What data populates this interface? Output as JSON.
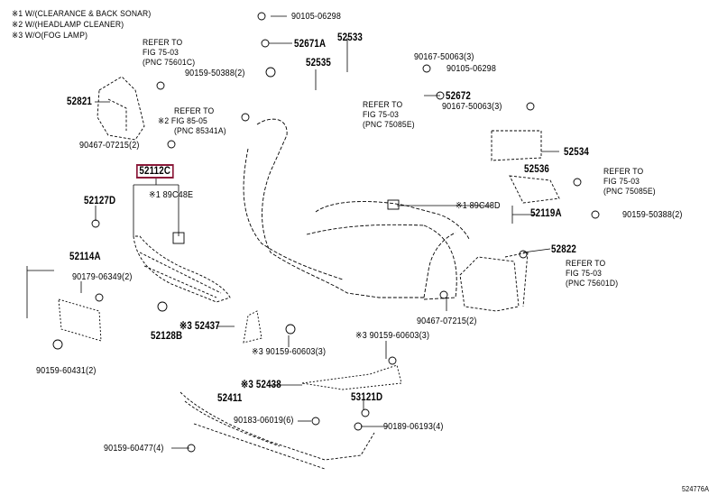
{
  "notes": [
    "※1 W/(CLEARANCE & BACK SONAR)",
    "※2 W/(HEADLAMP CLEANER)",
    "※3 W/O(FOG LAMP)"
  ],
  "highlight_color": "#8b1a3a",
  "diagram_code": "524776A",
  "labels": {
    "p52821": "52821",
    "p90467a": "90467-07215(2)",
    "ref1": [
      "REFER TO",
      "FIG 75-03",
      "(PNC 75601C)"
    ],
    "p90105a": "90105-06298",
    "p52671A": "52671A",
    "p90159a": "90159-50388(2)",
    "p52535": "52535",
    "p52533": "52533",
    "p90167a": "90167-50063(3)",
    "p90105b": "90105-06298",
    "p52672": "52672",
    "p90167b": "90167-50063(3)",
    "ref2": [
      "REFER TO",
      "FIG 75-03",
      "(PNC 75085E)"
    ],
    "ref3": [
      "REFER TO",
      "※2 FIG 85-05",
      "(PNC 85341A)"
    ],
    "p52534": "52534",
    "p52536": "52536",
    "ref4": [
      "REFER TO",
      "FIG 75-03",
      "(PNC 75085E)"
    ],
    "p90159b": "90159-50388(2)",
    "p52112C": "52112C",
    "p89C48E": "※1 89C48E",
    "p52127D": "52127D",
    "p89C48D": "※1 89C48D",
    "p52119A": "52119A",
    "p52114A": "52114A",
    "p90179": "90179-06349(2)",
    "p52822": "52822",
    "ref5": [
      "REFER TO",
      "FIG 75-03",
      "(PNC 75601D)"
    ],
    "p90467b": "90467-07215(2)",
    "p52128B": "52128B",
    "p52437": "※3 52437",
    "p90159c": "※3 90159-60603(3)",
    "p90159d": "※3 90159-60603(3)",
    "p90159e": "90159-60431(2)",
    "p52438": "※3 52438",
    "p52411": "52411",
    "p53121D": "53121D",
    "p90183": "90183-06019(6)",
    "p90189": "90189-06193(4)",
    "p90159f": "90159-60477(4)"
  }
}
